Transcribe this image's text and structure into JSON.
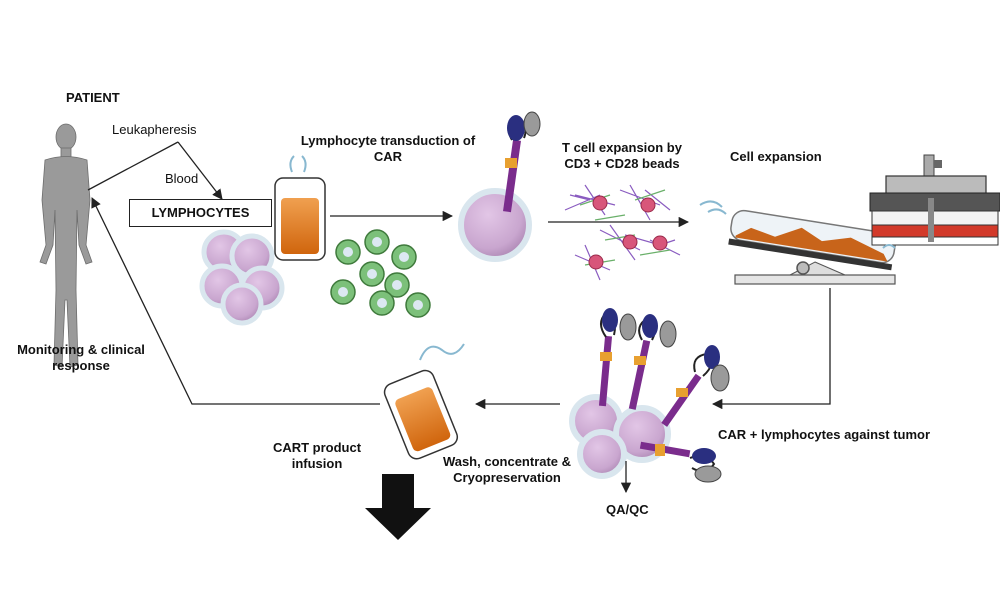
{
  "labels": {
    "patient": "PATIENT",
    "leukapheresis": "Leukapheresis",
    "blood": "Blood",
    "lymphocytes": "LYMPHOCYTES",
    "transduction_line1": "Lymphocyte transduction of",
    "transduction_line2": "CAR",
    "expansion_beads_line1": "T cell expansion by",
    "expansion_beads_line2": "CD3 + CD28 beads",
    "cell_expansion": "Cell expansion",
    "car_lymphocytes": "CAR + lymphocytes against tumor",
    "qa_qc": "QA/QC",
    "wash_line1": "Wash, concentrate &",
    "wash_line2": "Cryopreservation",
    "cart_line1": "CART product",
    "cart_line2": "infusion",
    "monitoring_line1": "Monitoring  & clinical",
    "monitoring_line2": "response"
  },
  "colors": {
    "cell_fill": "#c9a6cf",
    "cell_edge": "#d8e6ef",
    "bag_fill": "#e07a1e",
    "bead_green": "#7cc07a",
    "car_purple": "#7a2c8c",
    "car_orange": "#e8a030",
    "car_navy": "#2a2f80",
    "arrow": "#222222"
  },
  "icons": [
    "human-silhouette-icon",
    "lymphocyte-cluster-icon",
    "blood-bag-icon",
    "bead-cluster-icon",
    "car-t-cell-icon",
    "bead-expansion-icon",
    "rocking-bioreactor-icon",
    "cell-bioreactor-icon",
    "car-t-cluster-icon",
    "infusion-bag-icon",
    "down-arrow-icon"
  ]
}
